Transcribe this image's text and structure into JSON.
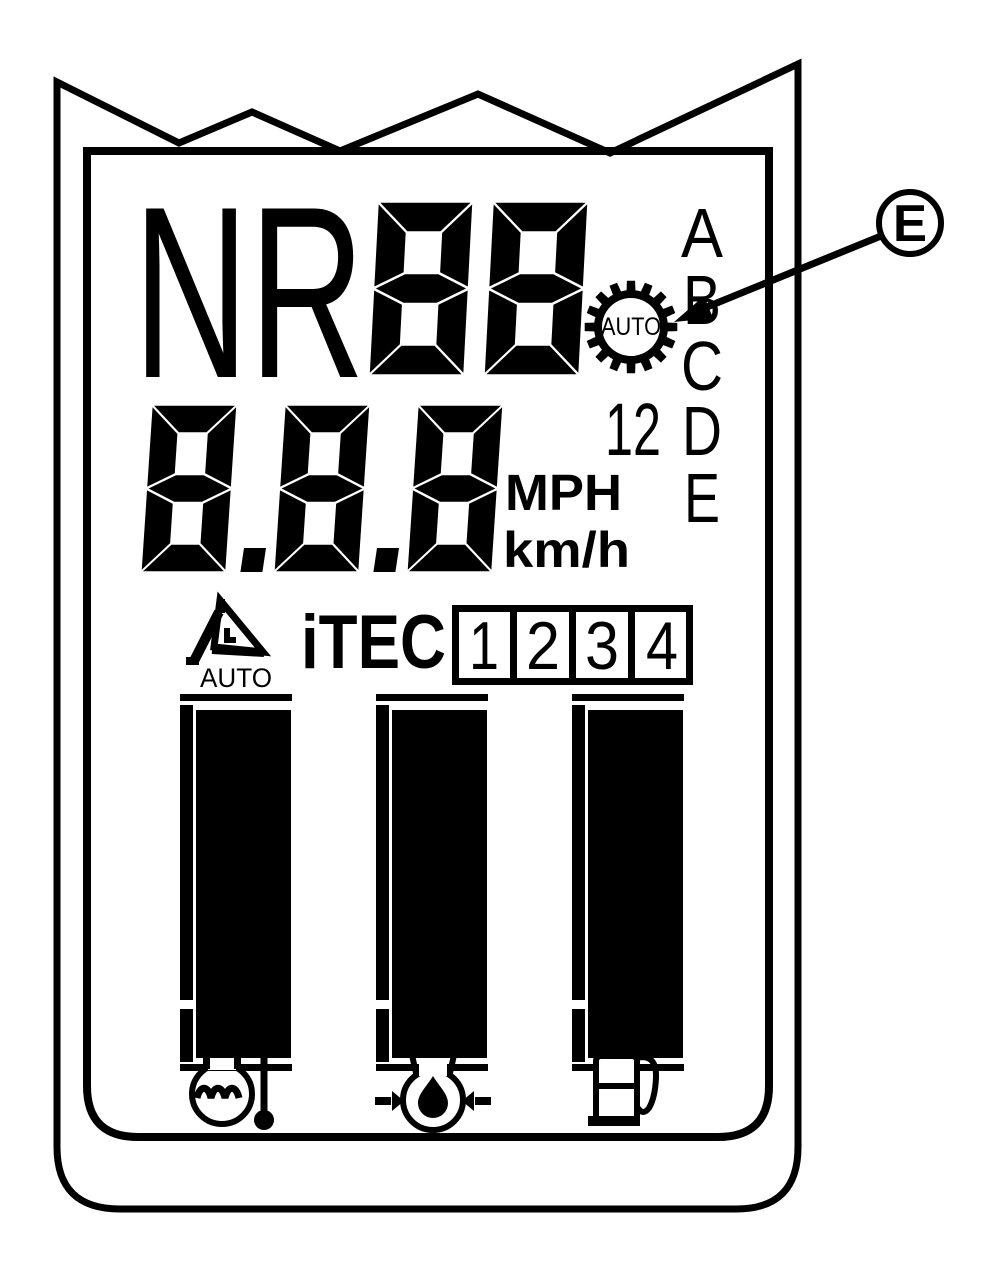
{
  "display": {
    "gear_indicator": "NR",
    "gear_digits": "88",
    "gear_mode_label": "AUTO",
    "speed": {
      "digits": "8.8.8",
      "unit_primary": "MPH",
      "unit_secondary": "km/h"
    },
    "range_number": "12",
    "range_letters": [
      "A",
      "B",
      "C",
      "D",
      "E"
    ],
    "hitch_auto_label": "AUTO",
    "itec": {
      "label": "iTEC",
      "slots": [
        "1",
        "2",
        "3",
        "4"
      ]
    },
    "gauges": [
      {
        "name": "engine-coolant-temperature",
        "icon": "coolant-temperature-icon",
        "fill_percent": 100
      },
      {
        "name": "transmission-oil",
        "icon": "transmission-oil-icon",
        "fill_percent": 100
      },
      {
        "name": "fuel-level",
        "icon": "fuel-pump-icon",
        "fill_percent": 100
      }
    ],
    "callout_label": "E"
  },
  "colors": {
    "ink": "#000000",
    "paper": "#ffffff"
  }
}
